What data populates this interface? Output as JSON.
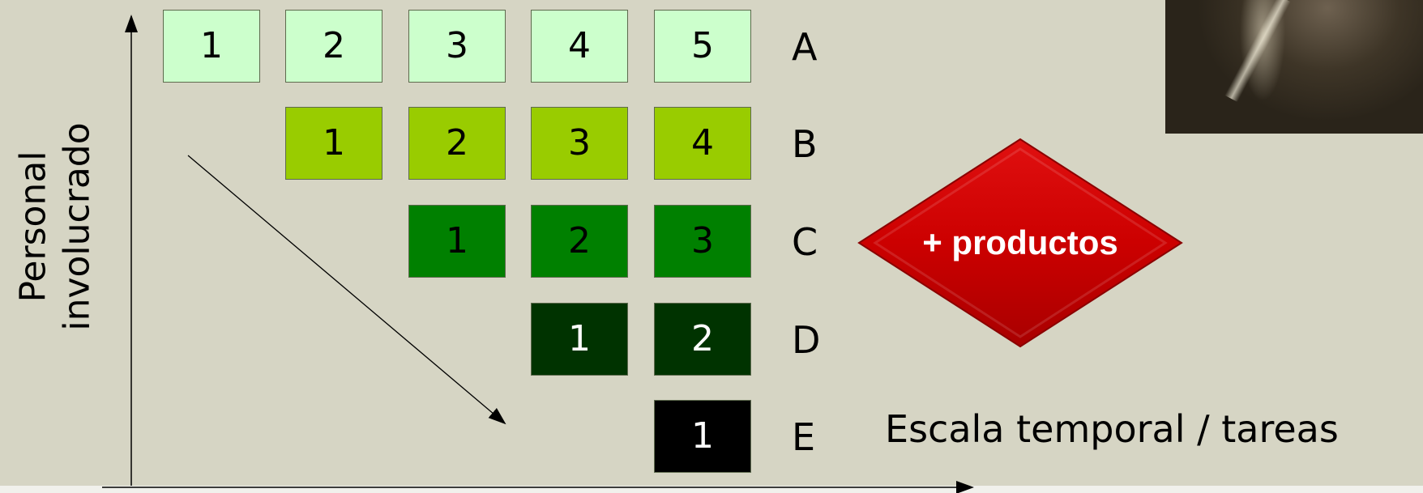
{
  "y_axis": {
    "line1": "Personal",
    "line2": "involucrado"
  },
  "x_axis": {
    "label": "Escala temporal / tareas"
  },
  "rows": [
    {
      "label": "A",
      "cells": [
        "1",
        "2",
        "3",
        "4",
        "5"
      ],
      "color": "#ccffcc",
      "text_color": "#000000"
    },
    {
      "label": "B",
      "cells": [
        "1",
        "2",
        "3",
        "4"
      ],
      "color": "#99cc00",
      "text_color": "#000000"
    },
    {
      "label": "C",
      "cells": [
        "1",
        "2",
        "3"
      ],
      "color": "#008000",
      "text_color": "#000000"
    },
    {
      "label": "D",
      "cells": [
        "1",
        "2"
      ],
      "color": "#003300",
      "text_color": "#ffffff"
    },
    {
      "label": "E",
      "cells": [
        "1"
      ],
      "color": "#000000",
      "text_color": "#ffffff"
    }
  ],
  "badge": {
    "text": "+ productos",
    "color": "#cc0000"
  }
}
